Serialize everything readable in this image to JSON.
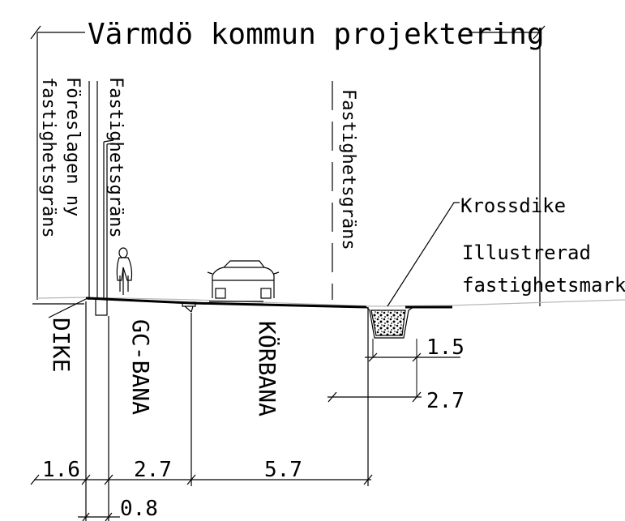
{
  "title": "Värmdö kommun projektering",
  "labels": {
    "proposed_boundary_line1": "Föreslagen ny",
    "proposed_boundary_line2": "fastighetsgräns",
    "boundary_left": "Fastighetsgräns",
    "boundary_right": "Fastighetsgräns",
    "krossdike": "Krossdike",
    "illustrated_line1": "Illustrerad",
    "illustrated_line2": "fastighetsmark"
  },
  "sections": {
    "dike": "DIKE",
    "gc_bana": "GC-BANA",
    "korbana": "KÖRBANA"
  },
  "dimensions": {
    "dike_width": "1.6",
    "offset": "0.8",
    "gc_width": "2.7",
    "road_width": "5.7",
    "ditch_width": "1.5",
    "ditch_offset": "2.7"
  },
  "icons": [
    "cyclist-icon",
    "car-icon",
    "street-lamp-icon",
    "crushed-stone-ditch-icon"
  ]
}
